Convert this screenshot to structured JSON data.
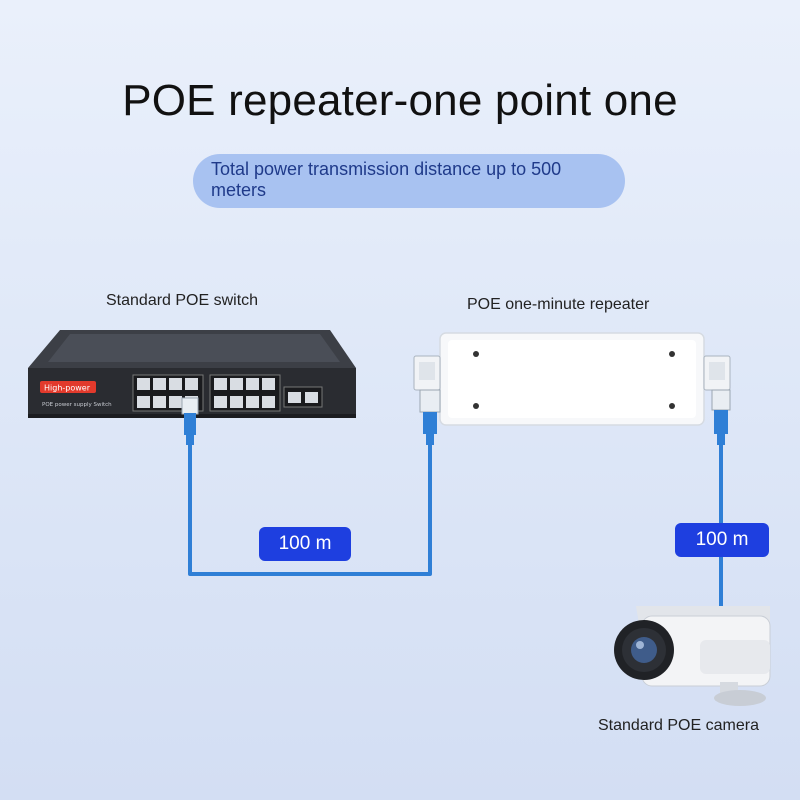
{
  "title": "POE repeater-one point one",
  "subtitle": "Total power transmission distance up to 500 meters",
  "devices": {
    "switch_label": "Standard POE switch",
    "switch_brand": "High-power",
    "switch_model": "POE power supply Switch",
    "repeater_label": "POE one-minute repeater",
    "camera_label": "Standard POE camera"
  },
  "links": [
    {
      "distance": "100 m"
    },
    {
      "distance": "100 m"
    }
  ],
  "colors": {
    "cable": "#2f7fd6",
    "badge": "#1e3fe0",
    "pill": "#a8c2f1"
  }
}
